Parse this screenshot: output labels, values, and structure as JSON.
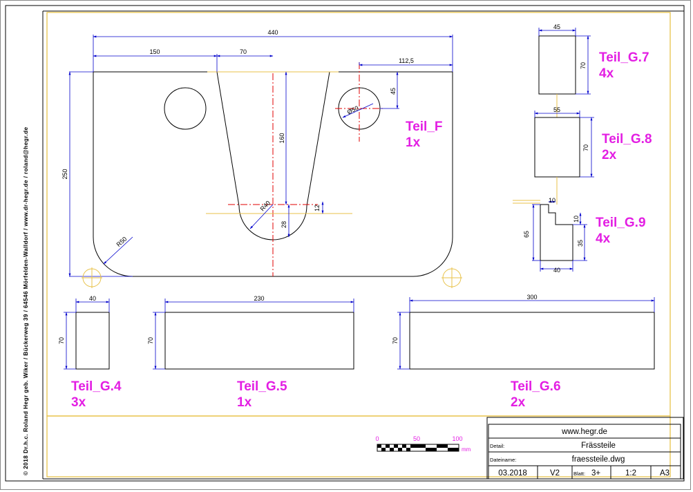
{
  "sidebar": {
    "copyright": "© 2018   Dr.h.c. Roland Hegr geb. Wiker  /  Bückerweg 39  /  64546 Mörfelden-Walldorf  /  www.dr-hegr.de  /  roland@hegr.de"
  },
  "parts": [
    {
      "name": "Teil_F",
      "qty": "1x"
    },
    {
      "name": "Teil_G.7",
      "qty": "4x"
    },
    {
      "name": "Teil_G.8",
      "qty": "2x"
    },
    {
      "name": "Teil_G.9",
      "qty": "4x"
    },
    {
      "name": "Teil_G.4",
      "qty": "3x"
    },
    {
      "name": "Teil_G.5",
      "qty": "1x"
    },
    {
      "name": "Teil_G.6",
      "qty": "2x"
    }
  ],
  "dimensions": {
    "f_width": "440",
    "f_left": "150",
    "f_slot": "70",
    "f_right": "112,5",
    "f_height": "250",
    "f_slot_depth": "160",
    "f_hole_offset": "45",
    "f_hole_dia": "Ø50",
    "f_corner_radius": "R50",
    "f_slot_radius": "R40",
    "f_slot_28": "28",
    "f_slot_12": "12",
    "g7_w": "45",
    "g7_h": "70",
    "g8_w": "55",
    "g8_h": "70",
    "g9_step": "10",
    "g9_step_h": "10",
    "g9_h": "65",
    "g9_lower": "35",
    "g9_w": "40",
    "g4_w": "40",
    "g4_h": "70",
    "g5_w": "230",
    "g5_h": "70",
    "g6_w": "300",
    "g6_h": "70"
  },
  "scale_bar": {
    "tick0": "0",
    "tick50": "50",
    "tick100": "100",
    "unit": "mm"
  },
  "title_block": {
    "website": "www.hegr.de",
    "detail_label": "Detail:",
    "detail_value": "Frässteile",
    "filename_label": "Dateiname:",
    "filename_value": "fraessteile.dwg",
    "date": "03.2018",
    "version": "V2",
    "sheet_label": "Blatt:",
    "sheet_value": "3+",
    "scale": "1:2",
    "format": "A3"
  },
  "colors": {
    "frame": "#e8c24a",
    "label": "#e31ee3",
    "dim": "#0000cc",
    "center": "#e00000",
    "outline": "#000000"
  }
}
